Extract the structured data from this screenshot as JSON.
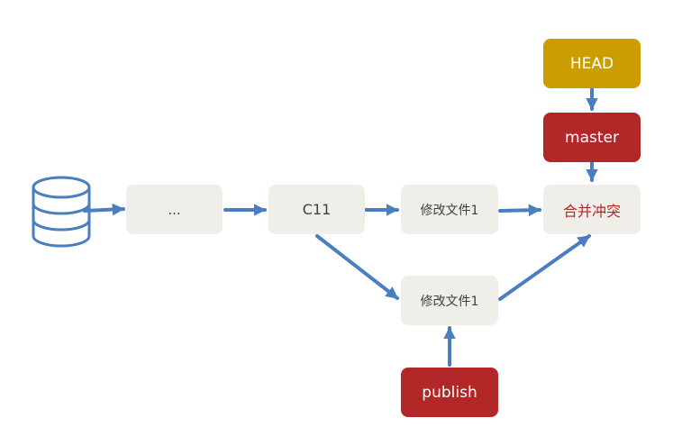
{
  "diagram": {
    "nodes": {
      "ellipsis": {
        "label": "..."
      },
      "c11": {
        "label": "C11"
      },
      "modify_top": {
        "label": "修改文件1"
      },
      "modify_bottom": {
        "label": "修改文件1"
      },
      "merge_conflict": {
        "label": "合并冲突"
      },
      "head": {
        "label": "HEAD"
      },
      "master": {
        "label": "master"
      },
      "publish": {
        "label": "publish"
      }
    },
    "colors": {
      "arrow": "#4a7ebf",
      "commit_fill": "#efeee9",
      "head_fill": "#cc9d00",
      "branch_fill": "#b22727",
      "conflict_text": "#b22727",
      "database_stroke": "#4a7ebf"
    },
    "icons": {
      "repository": "database-icon"
    }
  }
}
